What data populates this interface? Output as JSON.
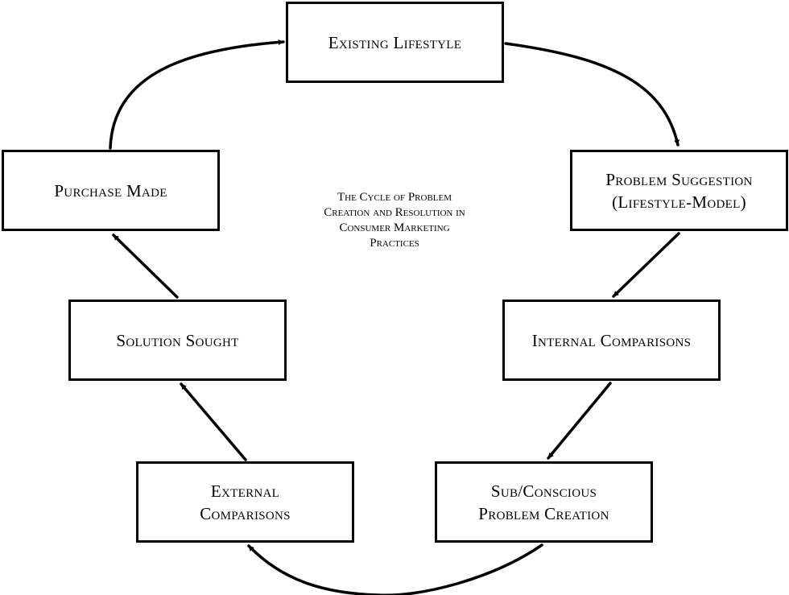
{
  "diagram": {
    "title_lines": [
      "The Cycle of Problem",
      "Creation and Resolution in",
      "Consumer Marketing",
      "Practices"
    ],
    "nodes": {
      "existing_lifestyle": [
        "Existing Lifestyle"
      ],
      "problem_suggestion": [
        "Problem Suggestion",
        "(Lifestyle-Model)"
      ],
      "internal_comparisons": [
        "Internal Comparisons"
      ],
      "subconscious_problem_creation": [
        "Sub/Conscious",
        "Problem Creation"
      ],
      "external_comparisons": [
        "External",
        "Comparisons"
      ],
      "solution_sought": [
        "Solution Sought"
      ],
      "purchase_made": [
        "Purchase Made"
      ]
    },
    "edges": [
      {
        "from": "existing_lifestyle",
        "to": "problem_suggestion"
      },
      {
        "from": "problem_suggestion",
        "to": "internal_comparisons"
      },
      {
        "from": "internal_comparisons",
        "to": "subconscious_problem_creation"
      },
      {
        "from": "subconscious_problem_creation",
        "to": "external_comparisons"
      },
      {
        "from": "external_comparisons",
        "to": "solution_sought"
      },
      {
        "from": "solution_sought",
        "to": "purchase_made"
      },
      {
        "from": "purchase_made",
        "to": "existing_lifestyle"
      }
    ],
    "colors": {
      "stroke": "#000000",
      "fill": "#ffffff"
    }
  }
}
